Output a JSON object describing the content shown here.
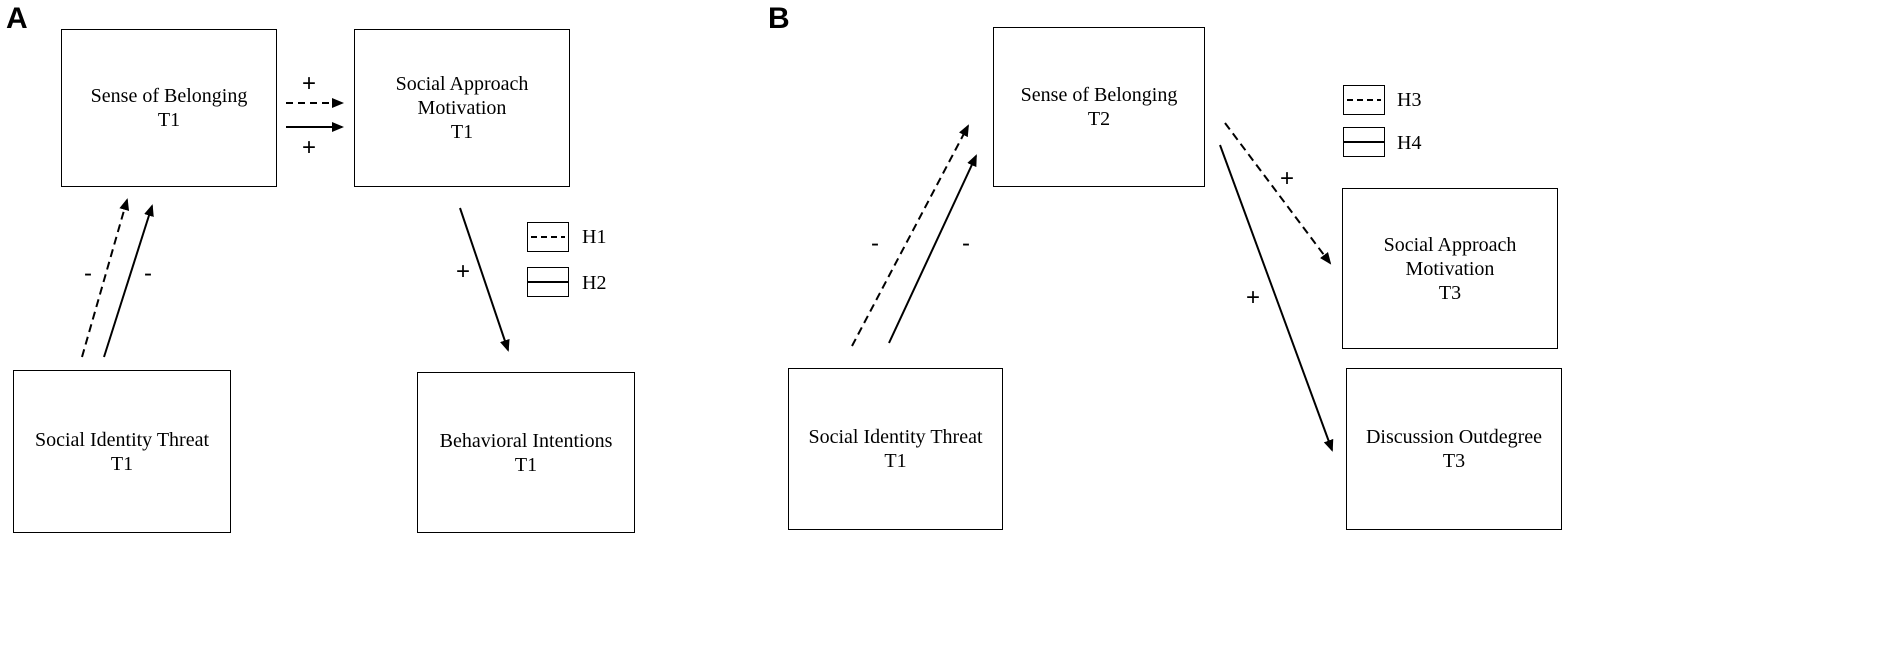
{
  "panels": {
    "a": {
      "label": "A",
      "nodes": {
        "belonging": {
          "line1": "Sense of Belonging",
          "line2": "T1"
        },
        "approach": {
          "line1": "Social Approach",
          "line2": "Motivation",
          "line3": "T1"
        },
        "threat": {
          "line1": "Social Identity Threat",
          "line2": "T1"
        },
        "behavioral": {
          "line1": "Behavioral Intentions",
          "line2": "T1"
        }
      },
      "signs": {
        "belong_approach_dashed": "+",
        "belong_approach_solid": "+",
        "threat_belong_dashed": "-",
        "threat_belong_solid": "-",
        "approach_behavioral": "+"
      },
      "legend": {
        "dashed": "H1",
        "solid": "H2"
      }
    },
    "b": {
      "label": "B",
      "nodes": {
        "belonging": {
          "line1": "Sense of Belonging",
          "line2": "T2"
        },
        "approach": {
          "line1": "Social Approach",
          "line2": "Motivation",
          "line3": "T3"
        },
        "threat": {
          "line1": "Social Identity Threat",
          "line2": "T1"
        },
        "outdegree": {
          "line1": "Discussion Outdegree",
          "line2": "T3"
        }
      },
      "signs": {
        "threat_belong_dashed": "-",
        "threat_belong_solid": "-",
        "belong_approach": "+",
        "belong_outdegree": "+"
      },
      "legend": {
        "dashed": "H3",
        "solid": "H4"
      }
    }
  },
  "colors": {
    "line": "#000000",
    "background": "#ffffff"
  }
}
